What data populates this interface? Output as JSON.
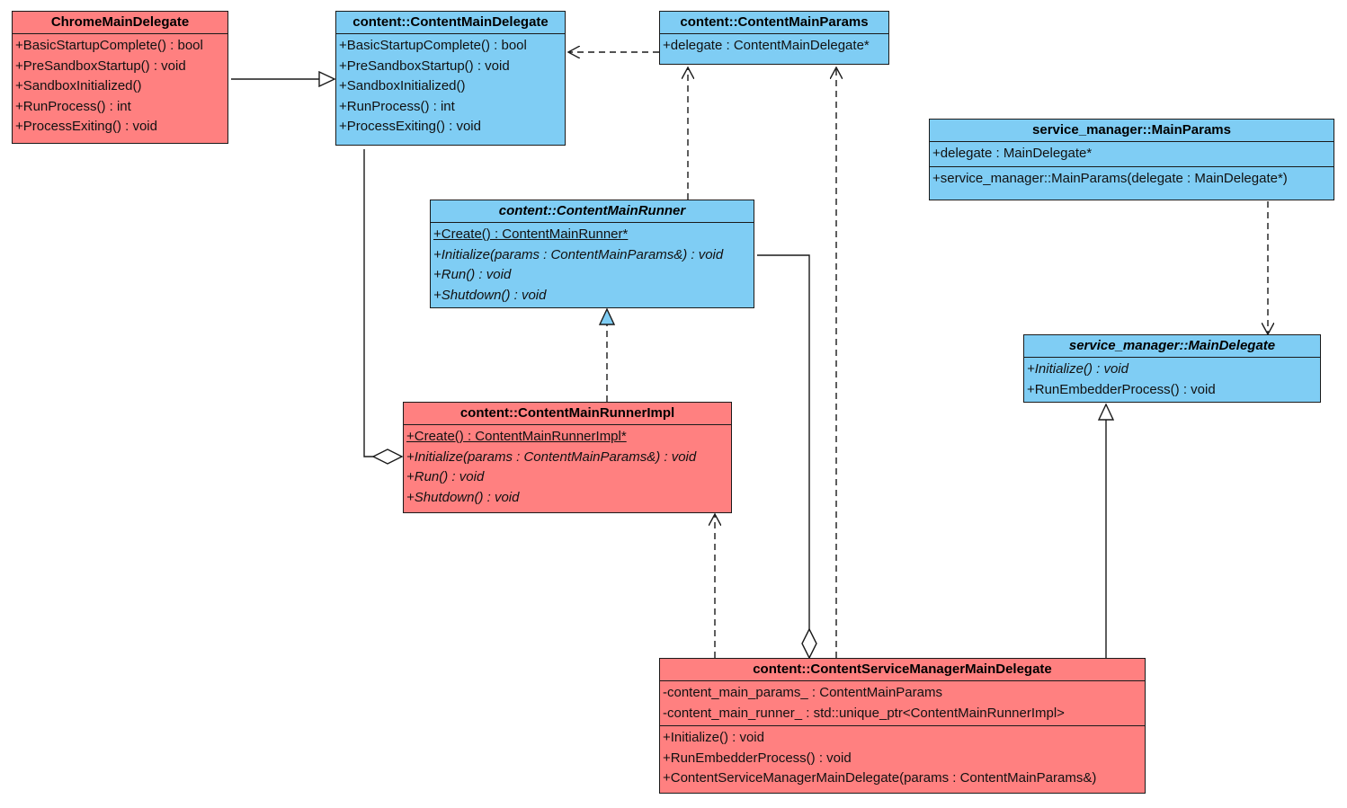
{
  "classes": {
    "chrome_main_delegate": {
      "name": "ChromeMainDelegate",
      "operations": [
        "+BasicStartupComplete() : bool",
        "+PreSandboxStartup() : void",
        "+SandboxInitialized()",
        "+RunProcess() : int",
        "+ProcessExiting() : void"
      ]
    },
    "content_main_delegate": {
      "name": "content::ContentMainDelegate",
      "operations": [
        "+BasicStartupComplete() : bool",
        "+PreSandboxStartup() : void",
        "+SandboxInitialized()",
        "+RunProcess() : int",
        "+ProcessExiting() : void"
      ]
    },
    "content_main_params": {
      "name": "content::ContentMainParams",
      "attributes": [
        "+delegate : ContentMainDelegate*"
      ]
    },
    "content_main_runner": {
      "name": "content::ContentMainRunner",
      "operations": [
        "+Create() : ContentMainRunner*",
        "+Initialize(params : ContentMainParams&) : void",
        "+Run() : void",
        "+Shutdown() : void"
      ]
    },
    "content_main_runner_impl": {
      "name": "content::ContentMainRunnerImpl",
      "operations": [
        "+Create() : ContentMainRunnerImpl*",
        "+Initialize(params : ContentMainParams&) : void",
        "+Run() : void",
        "+Shutdown() : void"
      ]
    },
    "service_manager_main_params": {
      "name": "service_manager::MainParams",
      "attributes": [
        "+delegate : MainDelegate*"
      ],
      "operations": [
        "+service_manager::MainParams(delegate : MainDelegate*)"
      ]
    },
    "service_manager_main_delegate": {
      "name": "service_manager::MainDelegate",
      "operations": [
        "+Initialize() : void",
        "+RunEmbedderProcess() : void"
      ]
    },
    "content_service_manager_main_delegate": {
      "name": "content::ContentServiceManagerMainDelegate",
      "attributes": [
        "-content_main_params_ : ContentMainParams",
        "-content_main_runner_ : std::unique_ptr<ContentMainRunnerImpl>"
      ],
      "operations": [
        "+Initialize() : void",
        "+RunEmbedderProcess() : void",
        "+ContentServiceManagerMainDelegate(params : ContentMainParams&)"
      ]
    }
  },
  "colors": {
    "red_fill": "#ff8080",
    "blue_fill": "#7fcdf4",
    "line": "#1a1a1a"
  }
}
